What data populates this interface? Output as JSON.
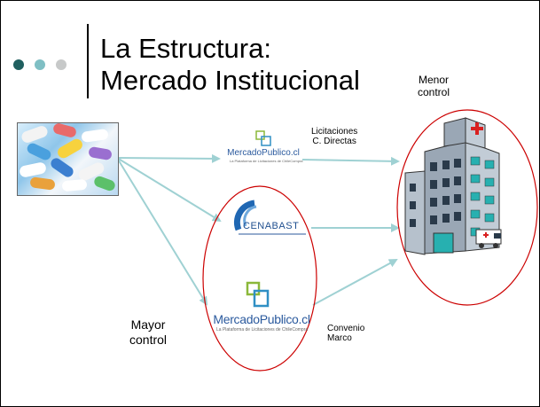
{
  "slide": {
    "title_line1": "La Estructura:",
    "title_line2": "Mercado Institucional"
  },
  "bullets": {
    "dot_colors": [
      "#1f5f5f",
      "#7fbfc4",
      "#c7c9c9"
    ]
  },
  "labels": {
    "menor_control": "Menor\ncontrol",
    "mayor_control": "Mayor\ncontrol",
    "licitaciones": "Licitaciones\nC. Directas",
    "convenio": "Convenio\nMarco"
  },
  "logos": {
    "mercado_top": {
      "name": "MercadoPublico.cl",
      "tagline": "La Plataforma de Licitaciones de ChileCompra"
    },
    "cenabast": {
      "name": "CENABAST"
    },
    "mercado_bottom": {
      "name": "MercadoPublico.cl",
      "tagline": "La Plataforma de Licitaciones de ChileCompra"
    }
  },
  "colors": {
    "arrow": "#9fd1d3",
    "ellipse": "#cc0000",
    "hospital_cross": "#d92020"
  },
  "icons": {
    "pills": "pills-photo",
    "hospital": "hospital-icon",
    "ambulance": "ambulance-icon"
  }
}
